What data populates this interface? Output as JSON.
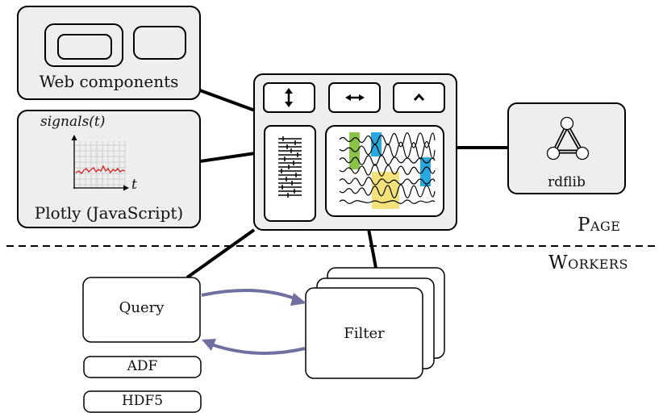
{
  "web_components": {
    "label": "Web components"
  },
  "plotly": {
    "label": "Plotly (JavaScript)",
    "y_axis_label": "signals(t)",
    "x_axis_label": "t"
  },
  "rdflib": {
    "label": "rdflib"
  },
  "sections": {
    "page": "Page",
    "workers": "Workers"
  },
  "query": {
    "label": "Query"
  },
  "adf": {
    "label": "ADF"
  },
  "hdf5": {
    "label": "HDF5"
  },
  "filter": {
    "label": "Filter"
  },
  "colors": {
    "panel_fill": "#eeeeee",
    "arrow": "#7070a0",
    "signal_red": "#d42020",
    "highlight_green": "#8bc34a",
    "highlight_blue": "#29a8e0",
    "highlight_yellow": "#f3e27a"
  },
  "icons": [
    "vertical-arrows-icon",
    "horizontal-arrows-icon",
    "caret-up-icon",
    "sliders-icon",
    "triangle-graph-icon"
  ]
}
